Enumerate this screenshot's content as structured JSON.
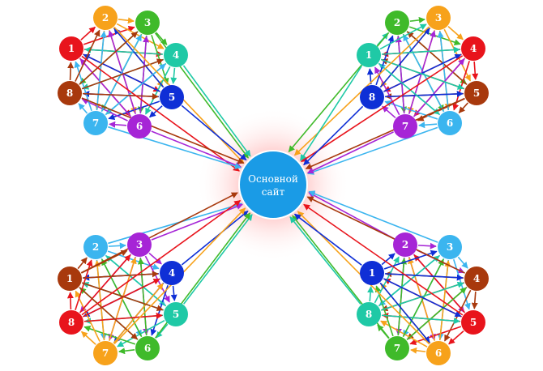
{
  "center": {
    "line1": "Основной",
    "line2": "сайт",
    "color": "#1a9be6"
  },
  "palette": {
    "red": "#e8141c",
    "orange": "#f7a21b",
    "green": "#3fba2a",
    "teal": "#1fc9a6",
    "blue": "#0f2fd6",
    "purple": "#a625d6",
    "skyblue": "#3bb5ef",
    "brown": "#a8390d"
  },
  "clusters": [
    {
      "id": "top-left",
      "nodes": [
        {
          "label": "1",
          "color": "red"
        },
        {
          "label": "2",
          "color": "orange"
        },
        {
          "label": "3",
          "color": "green"
        },
        {
          "label": "4",
          "color": "teal"
        },
        {
          "label": "5",
          "color": "blue"
        },
        {
          "label": "6",
          "color": "purple"
        },
        {
          "label": "7",
          "color": "skyblue"
        },
        {
          "label": "8",
          "color": "brown"
        }
      ]
    },
    {
      "id": "top-right",
      "nodes": [
        {
          "label": "2",
          "color": "green"
        },
        {
          "label": "3",
          "color": "orange"
        },
        {
          "label": "4",
          "color": "red"
        },
        {
          "label": "5",
          "color": "brown"
        },
        {
          "label": "6",
          "color": "skyblue"
        },
        {
          "label": "7",
          "color": "purple"
        },
        {
          "label": "8",
          "color": "blue"
        },
        {
          "label": "1",
          "color": "teal"
        }
      ]
    },
    {
      "id": "bottom-left",
      "nodes": [
        {
          "label": "2",
          "color": "skyblue"
        },
        {
          "label": "3",
          "color": "purple"
        },
        {
          "label": "4",
          "color": "blue"
        },
        {
          "label": "5",
          "color": "teal"
        },
        {
          "label": "6",
          "color": "green"
        },
        {
          "label": "7",
          "color": "orange"
        },
        {
          "label": "8",
          "color": "red"
        },
        {
          "label": "1",
          "color": "brown"
        }
      ]
    },
    {
      "id": "bottom-right",
      "nodes": [
        {
          "label": "2",
          "color": "purple"
        },
        {
          "label": "3",
          "color": "skyblue"
        },
        {
          "label": "4",
          "color": "brown"
        },
        {
          "label": "5",
          "color": "red"
        },
        {
          "label": "6",
          "color": "orange"
        },
        {
          "label": "7",
          "color": "green"
        },
        {
          "label": "8",
          "color": "teal"
        },
        {
          "label": "1",
          "color": "blue"
        }
      ]
    }
  ]
}
